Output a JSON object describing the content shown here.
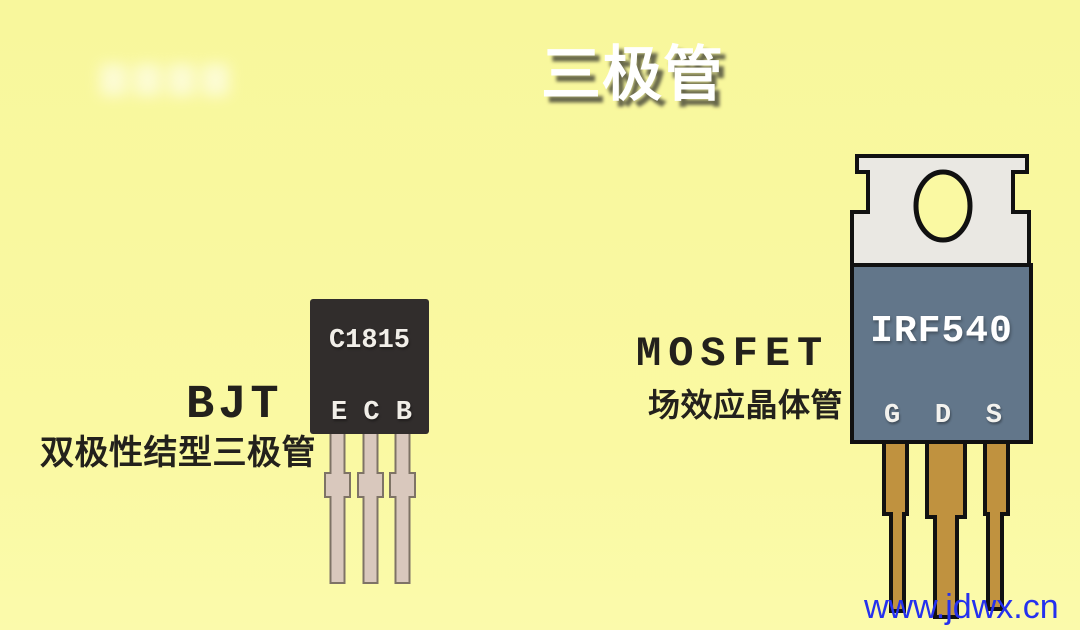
{
  "title": "三极管",
  "bjt": {
    "name": "BJT",
    "subtitle": "双极性结型三极管",
    "part_number": "C1815",
    "pins": [
      "E",
      "C",
      "B"
    ]
  },
  "mosfet": {
    "name": "MOSFET",
    "subtitle": "场效应晶体管",
    "part_number": "IRF540",
    "pins": [
      "G",
      "D",
      "S"
    ]
  },
  "watermark": "www.jdwx.cn",
  "colors": {
    "background": "#faf9a2",
    "title_text": "#ffffff",
    "title_shadow": "#4e4d3c",
    "label_text": "#23211c",
    "bjt_body": "#312d2c",
    "bjt_body_text": "#f1eee8",
    "bjt_pin": "#d9c8bd",
    "bjt_pin_outline": "#7e7366",
    "mosfet_tab": "#eae8e3",
    "mosfet_body": "#62768a",
    "mosfet_body_text": "#ffffff",
    "mosfet_pin": "#c0923f",
    "mosfet_outline": "#111111",
    "url_watermark": "#2531ee"
  }
}
